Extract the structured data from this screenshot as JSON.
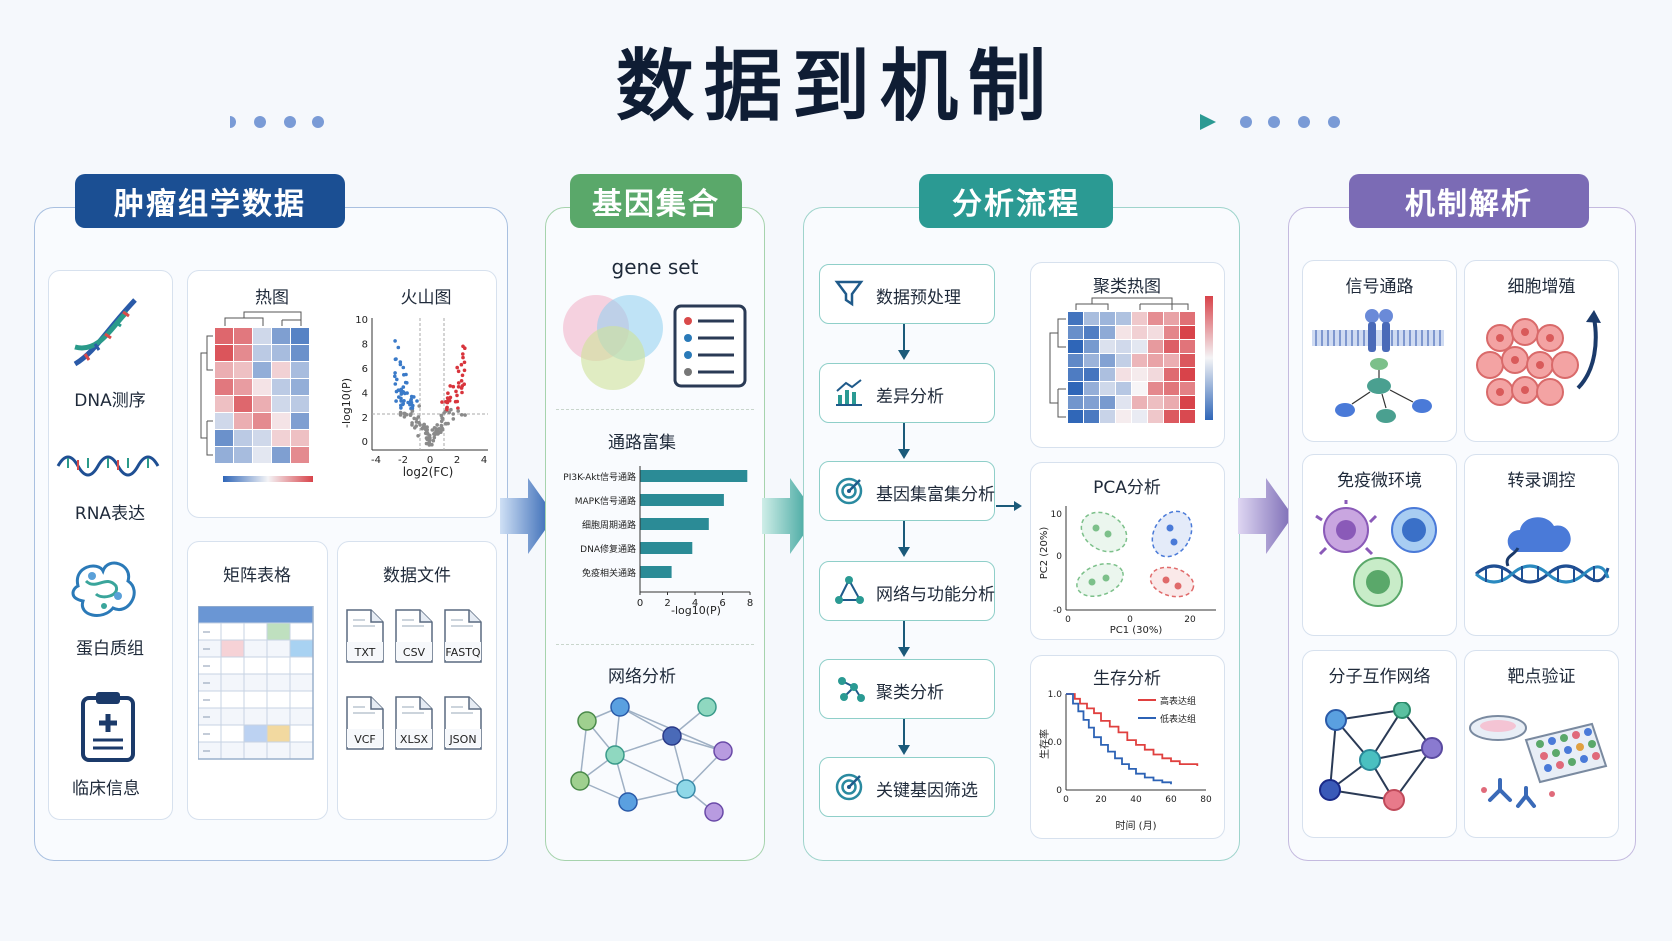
{
  "title": "数据到机制",
  "panels": {
    "omics": {
      "header": "肿瘤组学数据",
      "data_types": [
        {
          "label": "DNA测序",
          "icon": "dna-helix-icon"
        },
        {
          "label": "RNA表达",
          "icon": "rna-wave-icon"
        },
        {
          "label": "蛋白质组",
          "icon": "protein-structure-icon"
        },
        {
          "label": "临床信息",
          "icon": "clipboard-icon"
        }
      ],
      "heatmap_title": "热图",
      "volcano": {
        "title": "火山图",
        "ylabel": "-log10(P)",
        "xlabel": "log2(FC)",
        "yticks": [
          "10",
          "8",
          "6",
          "4",
          "2",
          "0"
        ],
        "xticks": [
          "-4",
          "-2",
          "0",
          "2",
          "4"
        ]
      },
      "matrix_title": "矩阵表格",
      "files": {
        "title": "数据文件",
        "types": [
          "TXT",
          "CSV",
          "FASTQ",
          "VCF",
          "XLSX",
          "JSON"
        ]
      }
    },
    "geneset": {
      "header": "基因集合",
      "gene_set_title": "gene set",
      "enrichment_title": "通路富集",
      "network_title": "网络分析"
    },
    "pipeline": {
      "header": "分析流程",
      "steps": [
        {
          "label": "数据预处理",
          "icon": "funnel-icon"
        },
        {
          "label": "差异分析",
          "icon": "bar-trend-icon"
        },
        {
          "label": "基因集富集分析",
          "icon": "target-icon"
        },
        {
          "label": "网络与功能分析",
          "icon": "network-icon"
        },
        {
          "label": "聚类分析",
          "icon": "cluster-icon"
        },
        {
          "label": "关键基因筛选",
          "icon": "target-icon"
        }
      ],
      "cluster_heatmap_title": "聚类热图",
      "pca": {
        "title": "PCA分析",
        "xlabel": "PC1 (30%)",
        "ylabel": "PC2 (20%)",
        "xticks": [
          "0",
          "0",
          "20"
        ],
        "yticks": [
          "10",
          "0",
          "-0"
        ]
      },
      "survival": {
        "title": "生存分析",
        "xlabel": "时间 (月)",
        "ylabel": "生存率",
        "xticks": [
          "0",
          "20",
          "40",
          "60",
          "80"
        ],
        "yticks": [
          "1.0",
          "0.0",
          "0"
        ],
        "legend": [
          "高表达组",
          "低表达组"
        ]
      }
    },
    "mechanism": {
      "header": "机制解析",
      "cards": [
        {
          "label": "信号通路",
          "icon": "membrane-receptor-icon"
        },
        {
          "label": "细胞增殖",
          "icon": "cell-cluster-icon"
        },
        {
          "label": "免疫微环境",
          "icon": "immune-cell-icon"
        },
        {
          "label": "转录调控",
          "icon": "transcription-factor-icon"
        },
        {
          "label": "分子互作网络",
          "icon": "network-icon"
        },
        {
          "label": "靶点验证",
          "icon": "well-plate-icon"
        }
      ]
    }
  },
  "colors": {
    "omics": "#1b4f93",
    "geneset": "#5aa86a",
    "pipeline": "#2b9a93",
    "mechanism": "#7b6bb5",
    "heat_red": "#d8434a",
    "heat_blue": "#2f66b8"
  },
  "chart_data": [
    {
      "type": "bar",
      "title": "通路富集",
      "categories": [
        "PI3K-Akt信号通路",
        "MAPK信号通路",
        "细胞周期通路",
        "DNA修复通路",
        "免疫相关通路"
      ],
      "values": [
        7.8,
        6.1,
        5.0,
        3.8,
        2.3
      ],
      "xlabel": "-log10(P)",
      "xticks": [
        "0",
        "2",
        "4",
        "6",
        "8"
      ],
      "xlim": [
        0,
        8
      ],
      "orientation": "horizontal"
    },
    {
      "type": "line",
      "title": "生存分析",
      "xlabel": "时间 (月)",
      "ylabel": "生存率",
      "xlim": [
        0,
        80
      ],
      "series": [
        {
          "name": "高表达组",
          "color": "#e0403f",
          "x": [
            0,
            5,
            8,
            12,
            16,
            20,
            25,
            30,
            35,
            40,
            45,
            50,
            55,
            60,
            65,
            75
          ],
          "y": [
            1.0,
            0.95,
            0.9,
            0.85,
            0.8,
            0.72,
            0.66,
            0.6,
            0.52,
            0.47,
            0.42,
            0.37,
            0.33,
            0.3,
            0.27,
            0.25
          ]
        },
        {
          "name": "低表达组",
          "color": "#2c62b5",
          "x": [
            0,
            4,
            7,
            10,
            13,
            16,
            20,
            24,
            28,
            32,
            36,
            40,
            45,
            50,
            55,
            60
          ],
          "y": [
            1.0,
            0.9,
            0.82,
            0.73,
            0.65,
            0.55,
            0.47,
            0.4,
            0.33,
            0.27,
            0.22,
            0.17,
            0.13,
            0.1,
            0.08,
            0.06
          ]
        }
      ]
    }
  ]
}
